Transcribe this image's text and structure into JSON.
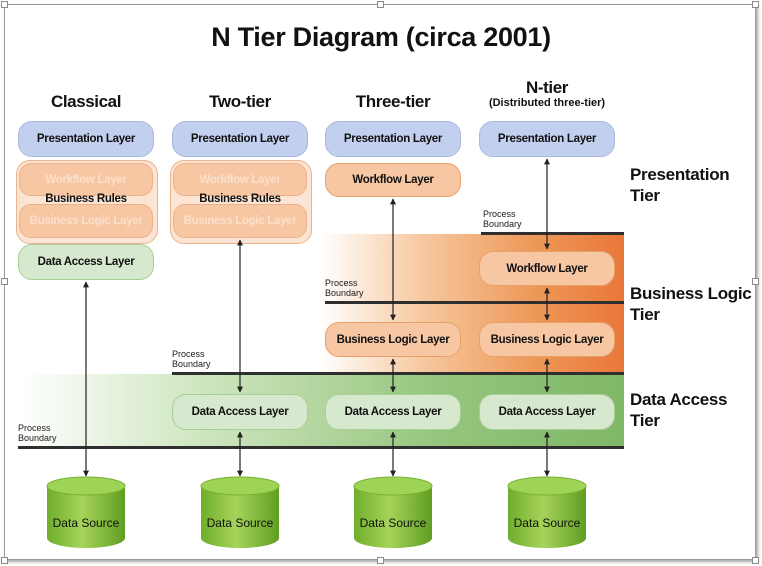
{
  "title": "N Tier Diagram (circa 2001)",
  "columns": [
    {
      "heading": "Classical",
      "subheading": ""
    },
    {
      "heading": "Two-tier",
      "subheading": ""
    },
    {
      "heading": "Three-tier",
      "subheading": ""
    },
    {
      "heading": "N-tier",
      "subheading": "(Distributed three-tier)"
    }
  ],
  "layers": {
    "presentation": "Presentation Layer",
    "workflow": "Workflow Layer",
    "business_rules": "Business Rules",
    "business_logic": "Business Logic Layer",
    "data_access": "Data Access Layer",
    "data_source": "Data Source"
  },
  "boundary": {
    "line1": "Process",
    "line2": "Boundary"
  },
  "tiers": {
    "presentation": {
      "line1": "Presentation",
      "line2": "Tier"
    },
    "business_logic": {
      "line1": "Business Logic",
      "line2": "Tier"
    },
    "data_access": {
      "line1": "Data Access",
      "line2": "Tier"
    }
  },
  "colors": {
    "presentation_fill": "#c3cfee",
    "business_fill": "#f6c7a2",
    "data_access_fill": "#d6e8cd",
    "database_fill": "#8dc63f",
    "business_tier_band": "#e8783a",
    "data_tier_band": "#7fb866"
  }
}
